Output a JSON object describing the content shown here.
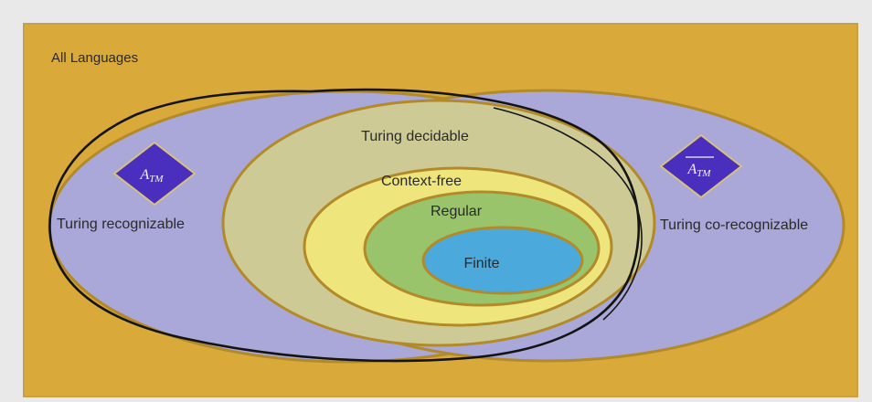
{
  "diagram": {
    "outer_label": "All Languages",
    "sets": {
      "turing_recognizable": "Turing recognizable",
      "turing_co_recognizable": "Turing co-recognizable",
      "turing_decidable": "Turing decidable",
      "context_free": "Context-free",
      "regular": "Regular",
      "finite": "Finite"
    },
    "symbols": {
      "atm": {
        "base": "A",
        "sub": "TM",
        "overline": false
      },
      "atm_complement": {
        "base": "A",
        "sub": "TM",
        "overline": true
      }
    },
    "colors": {
      "page_background": "#e9e9e9",
      "all_languages": "#d9a93a",
      "recognizable": "#aaa8d8",
      "decidable": "#ceca96",
      "context_free": "#eee67c",
      "regular": "#99c46c",
      "finite": "#4ba9dc",
      "border": "#b28a28",
      "diamond": "#4a2fbf",
      "hand_drawn_outline": "#141414"
    }
  }
}
